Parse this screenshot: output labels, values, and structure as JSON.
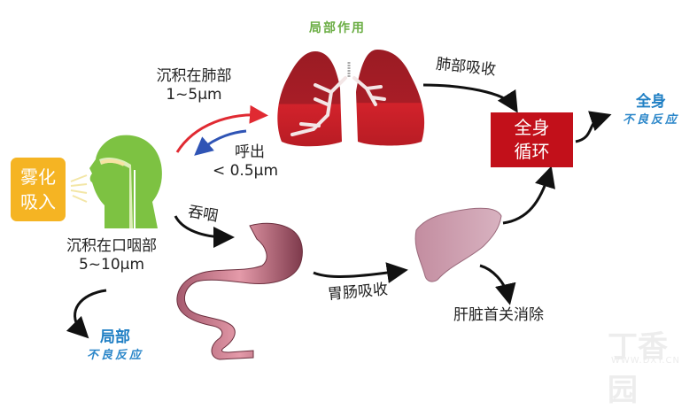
{
  "diagram": {
    "title_local_effect": "局部作用",
    "nebulizer": {
      "line1": "雾化",
      "line2": "吸入",
      "color": "#f5b423"
    },
    "lung_deposit": {
      "label": "沉积在肺部",
      "size": "1~5μm"
    },
    "exhale": {
      "label": "呼出",
      "size": "< 0.5μm"
    },
    "oropharynx_deposit": {
      "label": "沉积在口咽部",
      "size": "5~10μm"
    },
    "swallow": {
      "label": "吞咽"
    },
    "lung_absorb": {
      "label": "肺部吸收"
    },
    "gi_absorb": {
      "label": "胃肠吸收"
    },
    "liver_first_pass": {
      "label": "肝脏首关消除"
    },
    "systemic_circulation": {
      "line1": "全身",
      "line2": "循环",
      "color": "#c2101a"
    },
    "systemic_adverse": {
      "line1": "全身",
      "line2": "不良反应"
    },
    "local_adverse": {
      "line1": "局部",
      "line2": "不良反应"
    },
    "watermark": {
      "brand": "丁香园",
      "url": "WWW.DXY.CN"
    },
    "colors": {
      "head": "#7dc242",
      "lung_dark": "#9c1c24",
      "lung_light": "#d6222a",
      "stomach": "#c4788c",
      "liver": "#c99aab",
      "arrow_red": "#e02a32",
      "arrow_blue": "#2f54b5",
      "label_blue": "#1f7fc4"
    }
  }
}
